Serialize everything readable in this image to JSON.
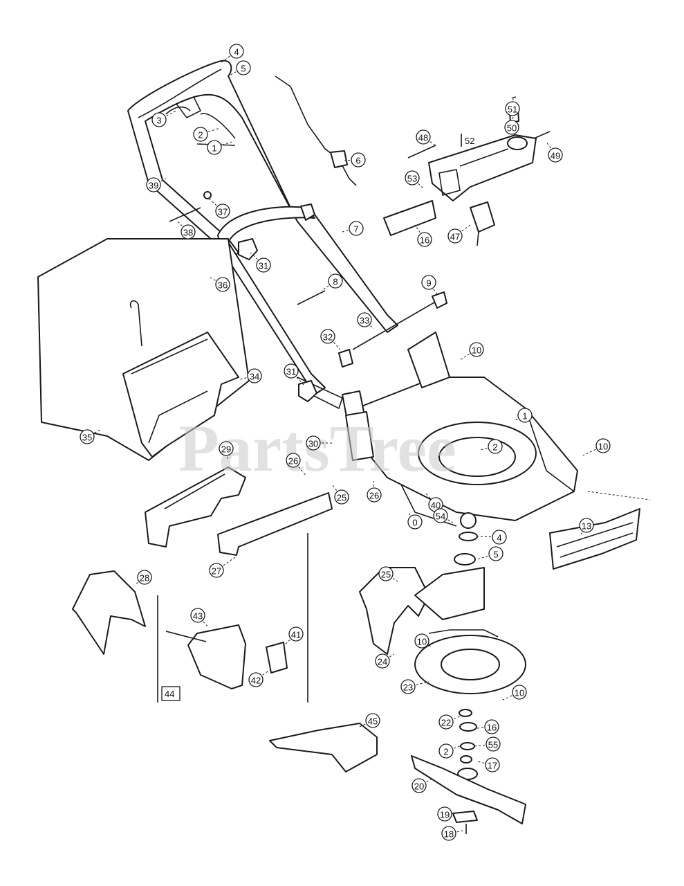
{
  "watermark": "PartsTree",
  "callouts": [
    {
      "label": "4"
    },
    {
      "label": "5"
    },
    {
      "label": "3"
    },
    {
      "label": "2"
    },
    {
      "label": "1"
    },
    {
      "label": "39"
    },
    {
      "label": "37"
    },
    {
      "label": "38"
    },
    {
      "label": "6"
    },
    {
      "label": "48"
    },
    {
      "label": "51"
    },
    {
      "label": "50"
    },
    {
      "label": "49"
    },
    {
      "label": "53"
    },
    {
      "label": "47"
    },
    {
      "label": "16"
    },
    {
      "label": "7"
    },
    {
      "label": "31"
    },
    {
      "label": "36"
    },
    {
      "label": "8"
    },
    {
      "label": "9"
    },
    {
      "label": "33"
    },
    {
      "label": "32"
    },
    {
      "label": "10"
    },
    {
      "label": "31"
    },
    {
      "label": "34"
    },
    {
      "label": "35"
    },
    {
      "label": "1"
    },
    {
      "label": "2"
    },
    {
      "label": "30"
    },
    {
      "label": "29"
    },
    {
      "label": "26"
    },
    {
      "label": "25"
    },
    {
      "label": "26"
    },
    {
      "label": "10"
    },
    {
      "label": "40"
    },
    {
      "label": "0"
    },
    {
      "label": "54"
    },
    {
      "label": "4"
    },
    {
      "label": "5"
    },
    {
      "label": "13"
    },
    {
      "label": "27"
    },
    {
      "label": "25"
    },
    {
      "label": "28"
    },
    {
      "label": "43"
    },
    {
      "label": "41"
    },
    {
      "label": "42"
    },
    {
      "label": "24"
    },
    {
      "label": "10"
    },
    {
      "label": "23"
    },
    {
      "label": "10"
    },
    {
      "label": "22"
    },
    {
      "label": "16"
    },
    {
      "label": "2"
    },
    {
      "label": "55"
    },
    {
      "label": "17"
    },
    {
      "label": "20"
    },
    {
      "label": "45"
    },
    {
      "label": "19"
    },
    {
      "label": "18"
    }
  ],
  "boxed_labels": [
    {
      "label": "52"
    },
    {
      "label": "44"
    }
  ]
}
